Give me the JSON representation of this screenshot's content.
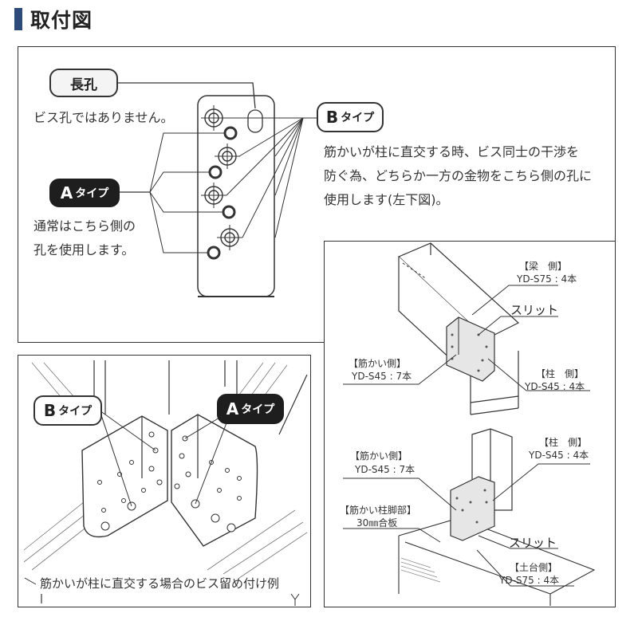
{
  "header": {
    "title": "取付図"
  },
  "panel_top": {
    "long_hole_label": "長孔",
    "long_hole_note": "ビス孔ではありません。",
    "b_type": {
      "letter": "B",
      "suffix": "タイプ"
    },
    "b_note": [
      "筋かいが柱に直交する時、ビス同士の干渉を",
      "防ぐ為、どちらか一方の金物をこちら側の孔に",
      "使用します(左下図)。"
    ],
    "a_type": {
      "letter": "A",
      "suffix": "タイプ"
    },
    "a_note": [
      "通常はこちら側の",
      "孔を使用します。"
    ]
  },
  "panel_left": {
    "b_type": {
      "letter": "B",
      "suffix": "タイプ"
    },
    "a_type": {
      "letter": "A",
      "suffix": "タイプ"
    },
    "caption": "筋かいが柱に直交する場合のビス留め付け例"
  },
  "panel_right": {
    "upper": {
      "beam_side": "【梁　側】",
      "beam_screw": "YD-S75 : 4本",
      "slit": "スリット",
      "brace_side": "【筋かい側】",
      "brace_screw": "YD-S45 : 7本",
      "column_side": "【柱　側】",
      "column_screw": "YD-S45 : 4本"
    },
    "lower": {
      "column_side": "【柱　側】",
      "column_screw": "YD-S45 : 4本",
      "brace_side": "【筋かい側】",
      "brace_screw": "YD-S45 : 7本",
      "brace_foot": "【筋かい柱脚部】",
      "plywood": "30㎜合板",
      "slit": "スリット",
      "sill_side": "【土台側】",
      "sill_screw": "YD-S75 : 4本"
    }
  },
  "colors": {
    "accent": "#2c4a7a",
    "dark_pill": "#1e1e1e",
    "line": "#333333"
  }
}
